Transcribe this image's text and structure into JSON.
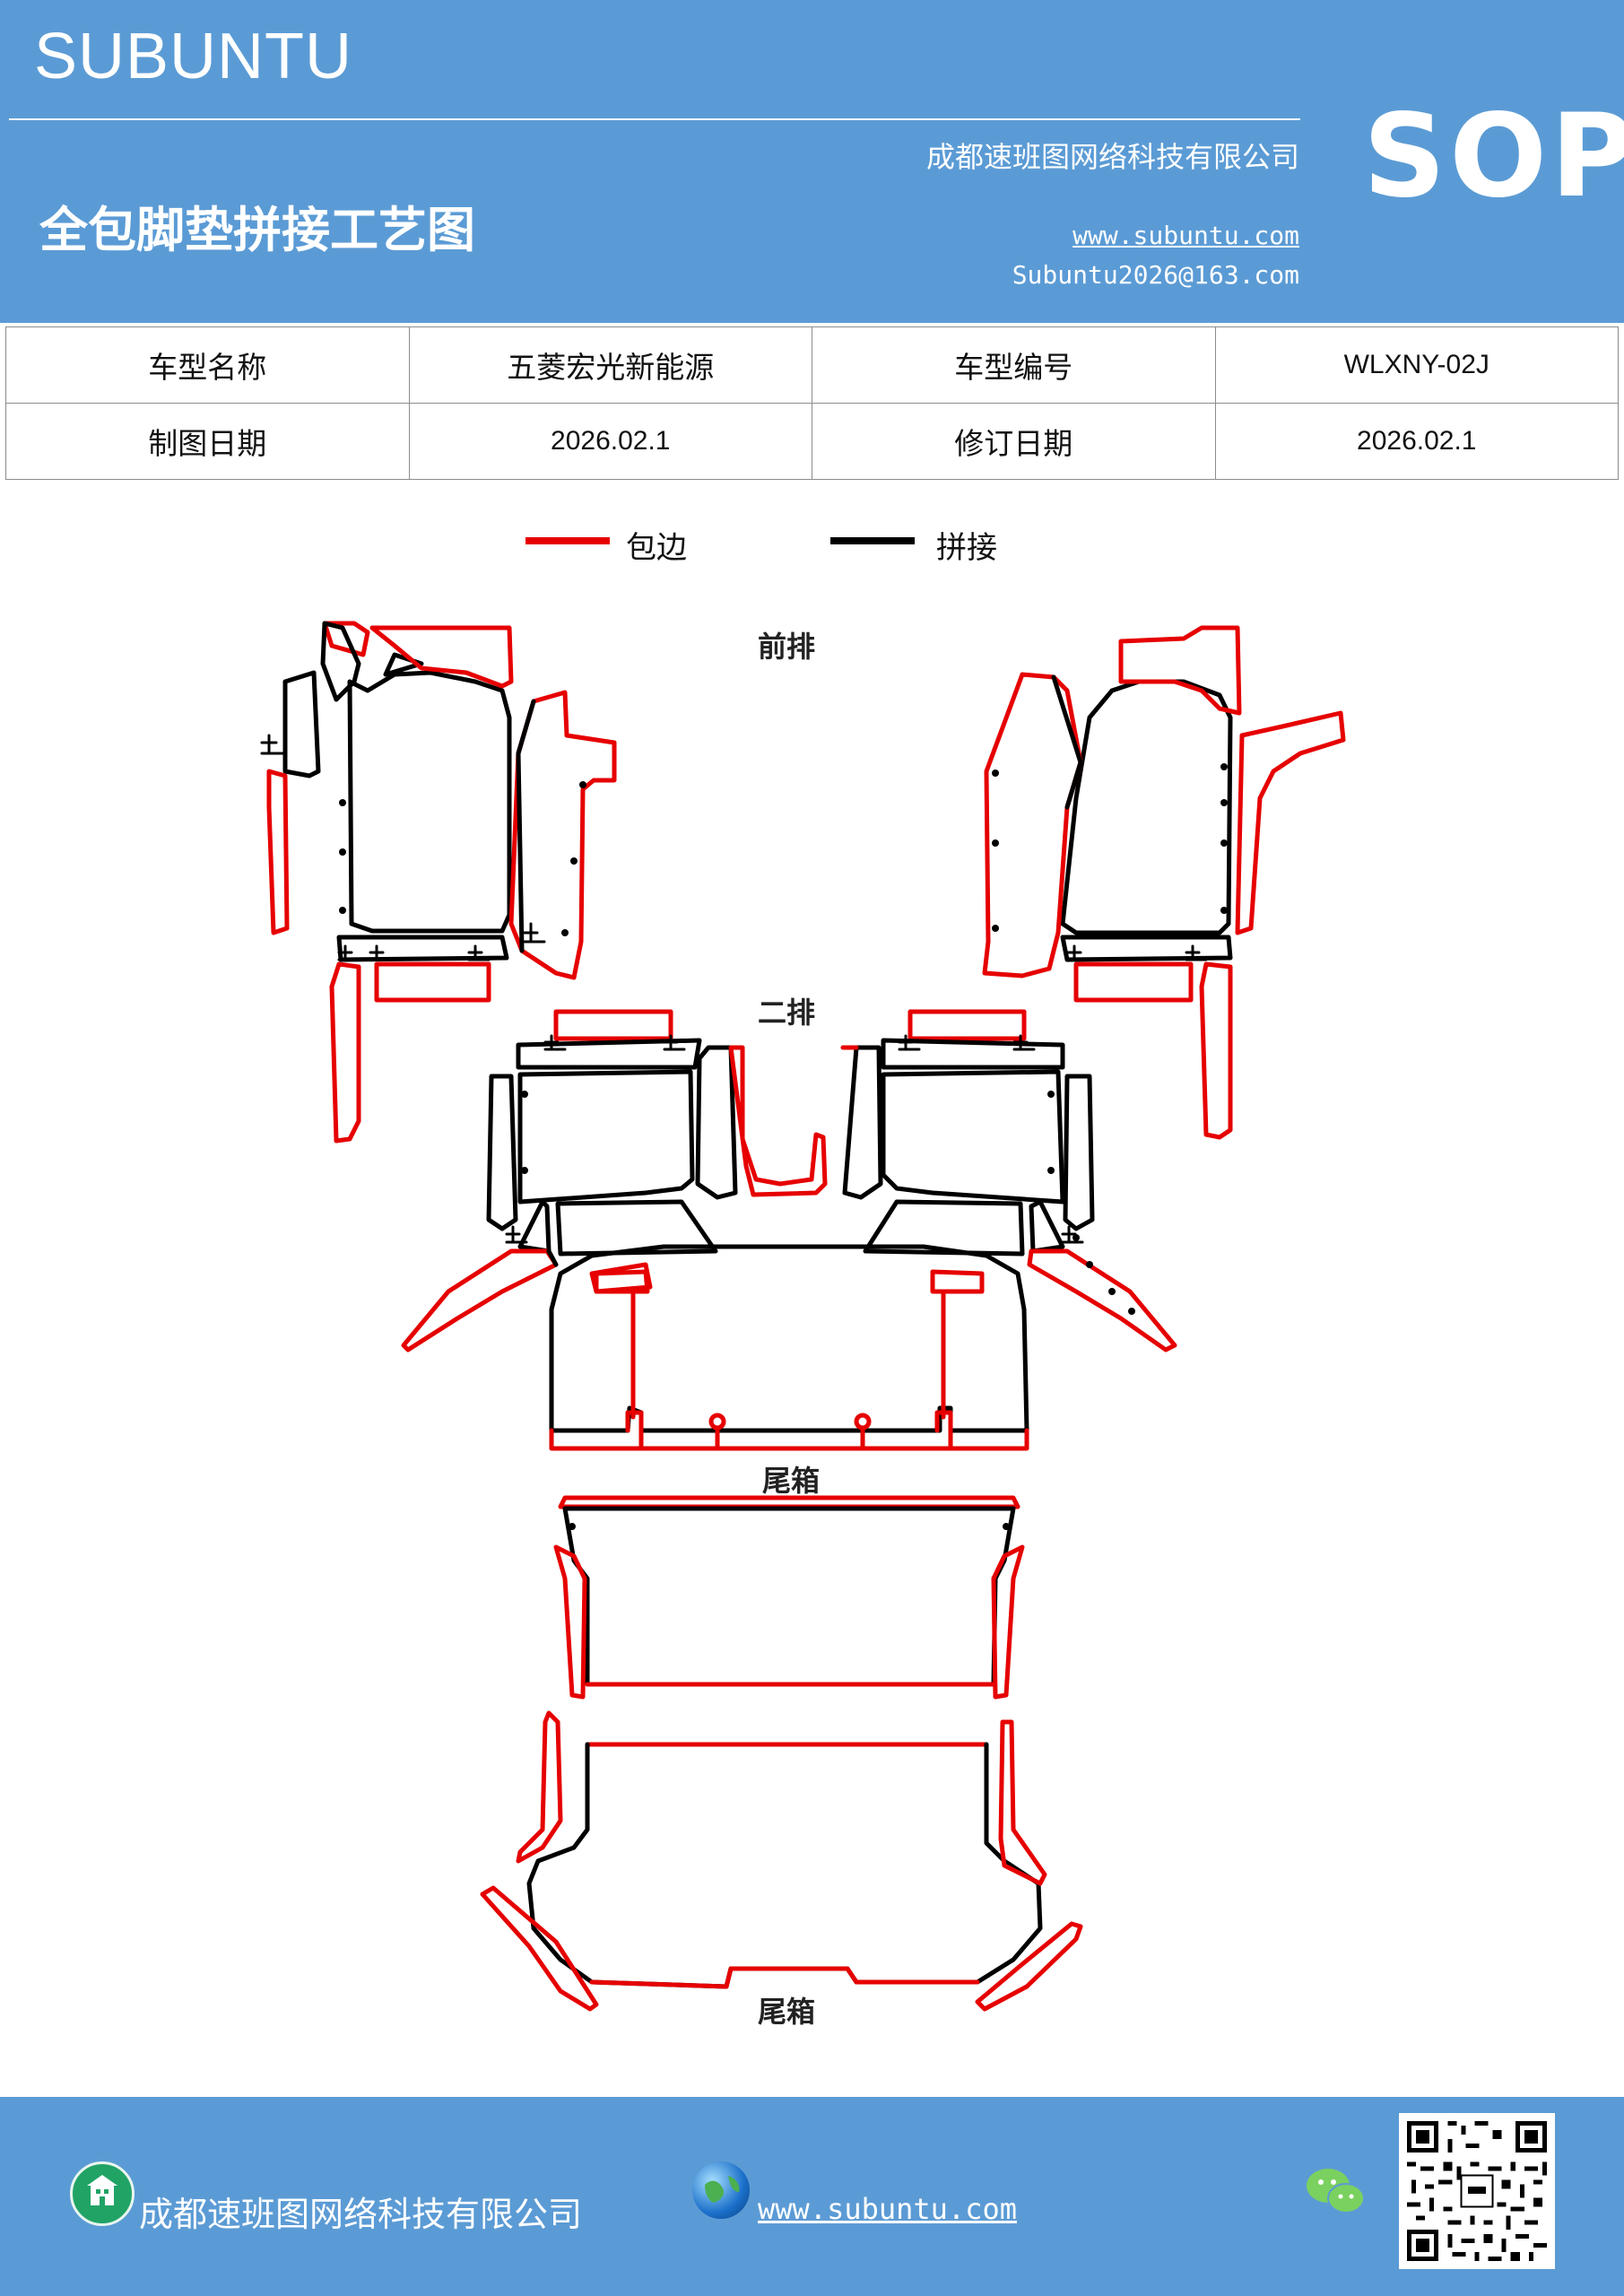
{
  "header": {
    "brand": "SUBUNTU",
    "company": "成都速班图网络科技有限公司",
    "badge": "SOP",
    "title": "全包脚垫拼接工艺图",
    "website": "www.subuntu.com",
    "email": "Subuntu2026@163.com"
  },
  "info_table": {
    "rows": [
      [
        {
          "text": "车型名称",
          "kind": "label"
        },
        {
          "text": "五菱宏光新能源",
          "kind": "label"
        },
        {
          "text": "车型编号",
          "kind": "label"
        },
        {
          "text": "WLXNY-02J",
          "kind": "value"
        }
      ],
      [
        {
          "text": "制图日期",
          "kind": "label"
        },
        {
          "text": "2026.02.1",
          "kind": "value"
        },
        {
          "text": "修订日期",
          "kind": "label"
        },
        {
          "text": "2026.02.1",
          "kind": "value"
        }
      ]
    ]
  },
  "legend": {
    "items": [
      {
        "label": "包边",
        "color": "#e60000"
      },
      {
        "label": "拼接",
        "color": "#000000"
      }
    ]
  },
  "diagram": {
    "sections": {
      "front": "前排",
      "second": "二排",
      "trunk_upper": "尾箱",
      "trunk_lower": "尾箱"
    },
    "colors": {
      "edge": "#e60000",
      "joint": "#000000"
    }
  },
  "footer": {
    "company": "成都速班图网络科技有限公司",
    "website": "www.subuntu.com",
    "icons": [
      "building-icon",
      "globe-icon",
      "wechat-icon",
      "qr-code"
    ]
  }
}
